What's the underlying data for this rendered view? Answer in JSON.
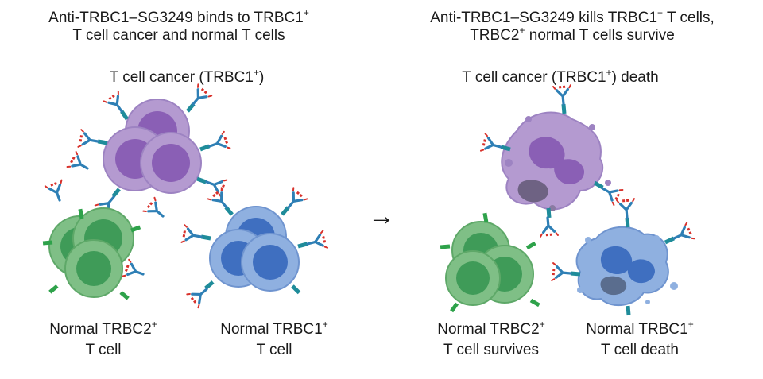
{
  "left_panel": {
    "title_line1_prefix": "Anti-TRBC1–SG3249 binds to TRBC1",
    "title_line1_sup": "+",
    "title_line2": "T cell cancer and normal T cells",
    "cancer_label_prefix": "T cell cancer (TRBC1",
    "cancer_label_sup": "+",
    "cancer_label_suffix": ")",
    "trbc2_label_line1_prefix": "Normal TRBC2",
    "trbc2_label_line1_sup": "+",
    "trbc2_label_line2": "T cell",
    "trbc1_label_line1_prefix": "Normal TRBC1",
    "trbc1_label_line1_sup": "+",
    "trbc1_label_line2": "T cell"
  },
  "arrow": {
    "glyph": "→"
  },
  "right_panel": {
    "title_line1_prefix": "Anti-TRBC1–SG3249 kills TRBC1",
    "title_line1_sup": "+",
    "title_line1_suffix": " T cells,",
    "title_line2_prefix": "TRBC2",
    "title_line2_sup": "+",
    "title_line2_suffix": " normal T cells survive",
    "cancer_label_prefix": "T cell cancer (TRBC1",
    "cancer_label_sup": "+",
    "cancer_label_suffix": ") death",
    "trbc2_label_line1_prefix": "Normal TRBC2",
    "trbc2_label_line1_sup": "+",
    "trbc2_label_line2": "T cell survives",
    "trbc1_label_line1_prefix": "Normal TRBC1",
    "trbc1_label_line1_sup": "+",
    "trbc1_label_line2": "T cell death"
  },
  "colors": {
    "purple_light": "#b49ad0",
    "purple_dark": "#8a5fb5",
    "green_light": "#7fbf86",
    "green_dark": "#3f9b58",
    "blue_light": "#8fb0e0",
    "blue_dark": "#3f6fc0",
    "antibody_blue": "#2e7fb5",
    "payload_red": "#d8312b",
    "receptor_green": "#2ea24a",
    "receptor_teal": "#1f8c9a"
  }
}
